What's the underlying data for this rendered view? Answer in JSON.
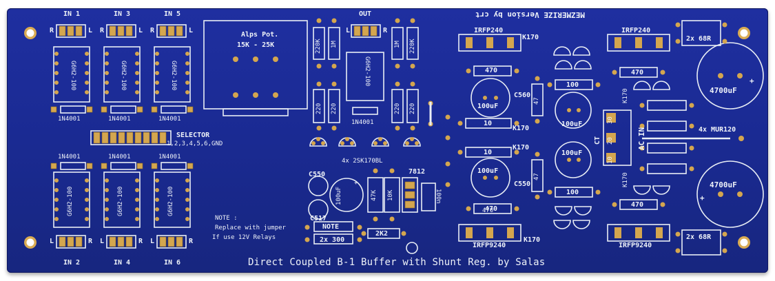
{
  "board": {
    "title": "Direct Coupled B-1 Buffer with Shunt Reg. by Salas",
    "version": "MEZMERIZE Version by crt",
    "note": [
      "NOTE :",
      "Replace with jumper",
      "If use 12V Relays"
    ]
  },
  "inputs_top": [
    {
      "label": "IN 1",
      "l": "L",
      "r": "R"
    },
    {
      "label": "IN 3",
      "l": "L",
      "r": "R"
    },
    {
      "label": "IN 5",
      "l": "L",
      "r": "R"
    }
  ],
  "inputs_bottom": [
    {
      "label": "IN 2",
      "l": "L",
      "r": "R"
    },
    {
      "label": "IN 4",
      "l": "L",
      "r": "R"
    },
    {
      "label": "IN 6",
      "l": "L",
      "r": "R"
    }
  ],
  "out": {
    "label": "OUT",
    "l": "L",
    "r": "R"
  },
  "pot": {
    "line1": "Alps Pot.",
    "line2": "15K - 25K"
  },
  "selector": {
    "line1": "SELECTOR",
    "line2": "1,2,3,4,5,6,GND"
  },
  "relay": "G6H2-100",
  "diode": "1N4001",
  "jfets": "4x 2SK170BL",
  "regulator": "7812",
  "components": {
    "r220k": "220K",
    "r1m": "1M",
    "r220": "220",
    "r470": "470",
    "r100": "100",
    "r47": "47",
    "r10": "10",
    "r47k": "47K",
    "r10k": "10K",
    "r2k2": "2K2",
    "r2x68": "2x 68R",
    "r2x300": "2x 300",
    "note_box": "NOTE",
    "c100u": "100uF",
    "c4700u": "4700uF",
    "c100n": "100n",
    "c560": "C560",
    "c550": "C550",
    "c517": "C517",
    "k170": "K170",
    "irfp240": "IRFP240",
    "irfp9240": "IRFP9240",
    "mur": "4x MUR120",
    "acin": "AC IN",
    "ct": "CT",
    "t10": "10",
    "t20": "20",
    "t30": "30",
    "t470": "470",
    "plus": "+"
  }
}
